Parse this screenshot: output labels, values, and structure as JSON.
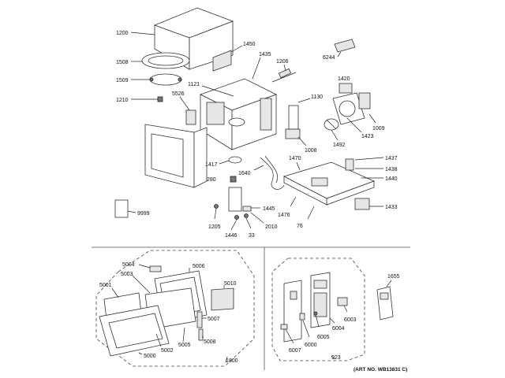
{
  "diagram": {
    "art_number": "(ART NO. WB13831 C)",
    "labels": {
      "p1200": "1200",
      "p1450": "1450",
      "p1435": "1435",
      "p1206": "1206",
      "p6244": "6244",
      "p1508": "1508",
      "p1509": "1509",
      "p1210": "1210",
      "p1121": "1121",
      "p5526": "5526",
      "p1130": "1130",
      "p1420": "1420",
      "p1009": "1009",
      "p1423": "1423",
      "p1492": "1492",
      "p1008": "1008",
      "p1417": "1417",
      "p1640": "1640",
      "p1470": "1470",
      "p1437": "1437",
      "p1438": "1438",
      "p1440": "1440",
      "p280": "280",
      "p9999": "9999",
      "p1445": "1445",
      "p1476": "1476",
      "p1433": "1433",
      "p1205": "1205",
      "p1446": "1446",
      "p33": "33",
      "p2010": "2010",
      "p76": "76",
      "p5004": "5004",
      "p5006": "5006",
      "p5003": "5003",
      "p5010": "5010",
      "p5001": "5001",
      "p5007": "5007",
      "p5008": "5008",
      "p5005": "5005",
      "p5002": "5002",
      "p5000": "5000",
      "p1800": "1800",
      "p1655": "1655",
      "p6003": "6003",
      "p6004": "6004",
      "p6005": "6005",
      "p6000": "6000",
      "p6007": "6007",
      "p923": "923"
    }
  }
}
